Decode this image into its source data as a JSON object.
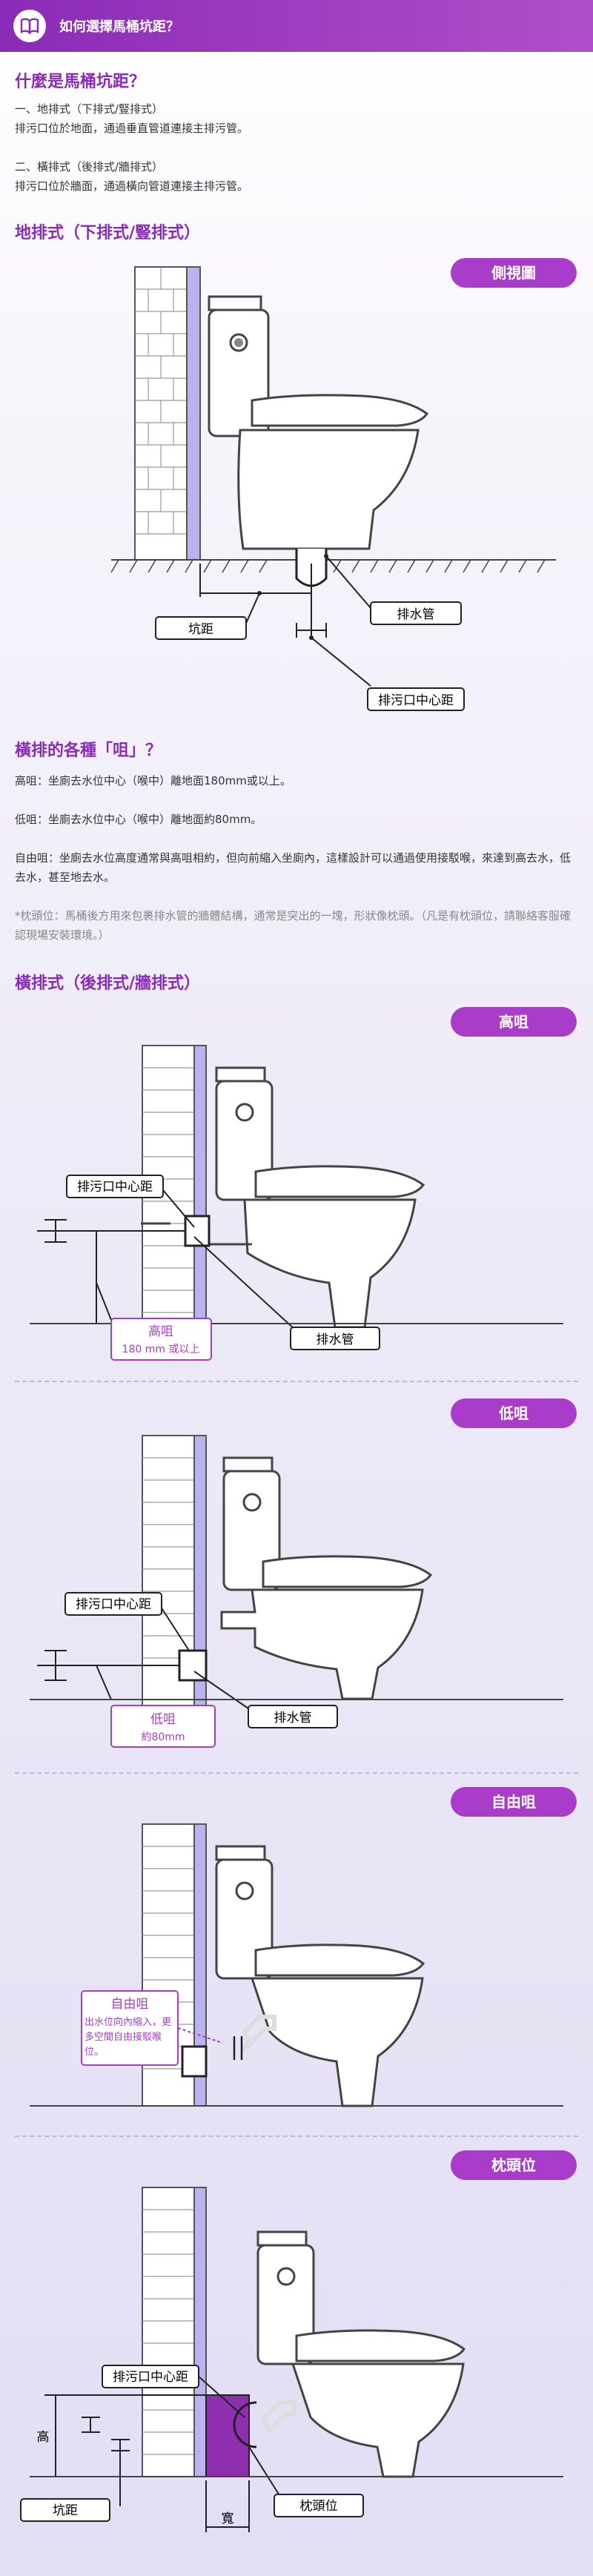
{
  "header": {
    "title": "如何選擇馬桶坑距？"
  },
  "intro": {
    "heading": "什麼是馬桶坑距？",
    "floor_title": "一、地排式（下排式/豎排式）",
    "floor_desc": "排污口位於地面，通過垂直管道連接主排污管。",
    "wall_title": "二、橫排式（後排式/牆排式）",
    "wall_desc": "排污口位於牆面，通過橫向管道連接主排污管。"
  },
  "floor_section": {
    "heading": "地排式（下排式/豎排式）",
    "view_badge": "側視圖",
    "label_pipe": "排水管",
    "label_distance": "坑距",
    "label_center": "排污口中心距"
  },
  "heights": {
    "heading": "橫排的各種「咀」？",
    "high": "高咀：坐廁去水位中心（喉中）離地面180mm或以上。",
    "low": "低咀：坐廁去水位中心（喉中）離地面約80mm。",
    "free": "自由咀：坐廁去水位高度通常與高咀相約，但向前縮入坐廁內，這樣設計可以通過使用接駁喉，來達到高去水，低去水，甚至地去水。",
    "note": "*枕頭位：馬桶後方用來包裹排水管的牆體結構，通常是突出的一塊，形狀像枕頭。（凡是有枕頭位，請聯絡客服確認現場安裝環境。）"
  },
  "wall_section": {
    "heading": "橫排式（後排式/牆排式）",
    "high": {
      "badge": "高咀",
      "label_center": "排污口中心距",
      "callout_title": "高咀",
      "callout_sub": "180 mm 或以上",
      "label_pipe": "排水管"
    },
    "low": {
      "badge": "低咀",
      "label_center": "排污口中心距",
      "callout_title": "低咀",
      "callout_sub": "約80mm",
      "label_pipe": "排水管"
    },
    "free": {
      "badge": "自由咀",
      "callout_title": "自由咀",
      "callout_sub": "出水位向內縮入，更多空間自由接駁喉位。"
    },
    "pillow": {
      "badge": "枕頭位",
      "label_center": "排污口中心距",
      "label_height": "高",
      "label_distance": "坑距",
      "label_width": "寬",
      "label_pillow": "枕頭位"
    }
  },
  "colors": {
    "accent": "#8a2bb7",
    "badge": "#a93cc8",
    "wall_stripe": "#b9b4f0",
    "pillow": "#8e2fb0"
  }
}
